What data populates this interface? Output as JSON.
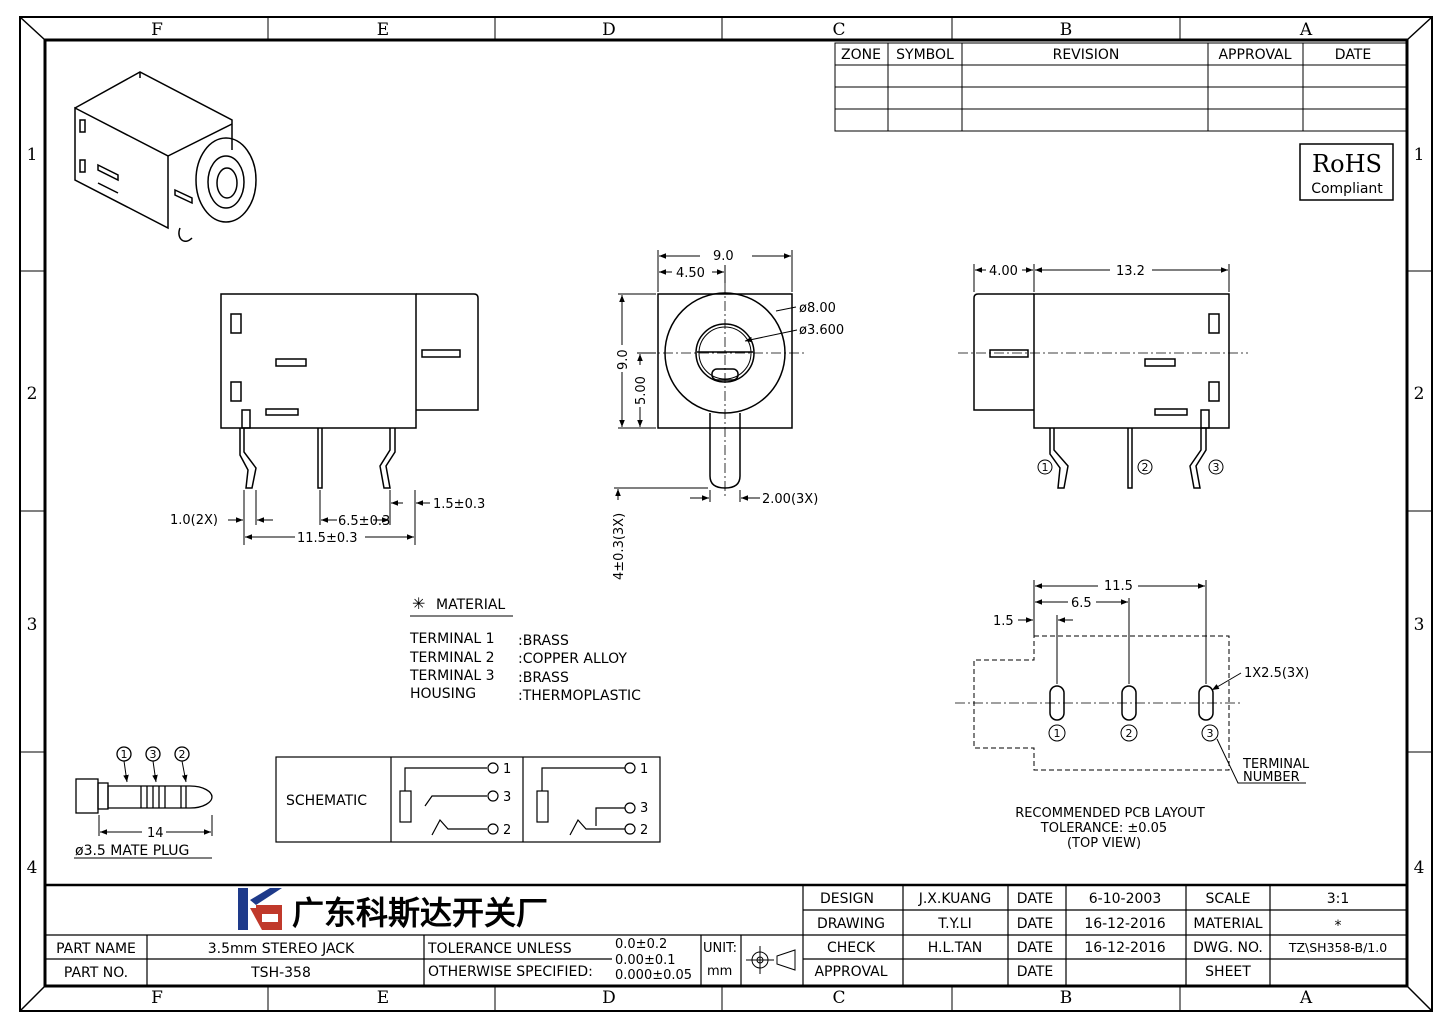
{
  "border": {
    "columns_top": [
      "F",
      "E",
      "D",
      "C",
      "B",
      "A"
    ],
    "rows": [
      "1",
      "2",
      "3",
      "4"
    ]
  },
  "revision_table": {
    "headers": [
      "ZONE",
      "SYMBOL",
      "REVISION",
      "APPROVAL",
      "DATE"
    ]
  },
  "rohs": {
    "line1": "RoHS",
    "line2": "Compliant"
  },
  "side_view": {
    "dim_pitch_small": "1.0(2X)",
    "dim_pitch_mid": "6.5±0.3",
    "dim_tol_right": "1.5±0.3",
    "dim_total": "11.5±0.3"
  },
  "front_view": {
    "dim_width": "9.0",
    "dim_half_width": "4.50",
    "dim_outer_dia": "ø8.00",
    "dim_inner_dia": "ø3.600",
    "dim_height": "9.0",
    "dim_center_height": "5.00",
    "dim_pin_width": "2.00(3X)",
    "dim_pin_length": "4±0.3(3X)"
  },
  "top_view": {
    "dim_left": "4.00",
    "dim_length": "13.2",
    "terminals": [
      "1",
      "2",
      "3"
    ]
  },
  "material": {
    "title": "MATERIAL",
    "items": [
      {
        "part": "TERMINAL 1",
        "mat": ":BRASS"
      },
      {
        "part": "TERMINAL 2",
        "mat": ":COPPER ALLOY"
      },
      {
        "part": "TERMINAL 3",
        "mat": ":BRASS"
      },
      {
        "part": "HOUSING",
        "mat": ":THERMOPLASTIC"
      }
    ]
  },
  "pcb_layout": {
    "dim_total": "11.5",
    "dim_mid": "6.5",
    "dim_offset": "1.5",
    "hole_size": "1X2.5(3X)",
    "terminal_label_1": "TERMINAL",
    "terminal_label_2": "NUMBER",
    "caption_1": "RECOMMENDED PCB LAYOUT",
    "caption_2": "TOLERANCE: ±0.05",
    "caption_3": "(TOP VIEW)",
    "pins": [
      "1",
      "2",
      "3"
    ]
  },
  "plug": {
    "pin_order": [
      "1",
      "3",
      "2"
    ],
    "dim_length": "14",
    "caption": "ø3.5 MATE PLUG"
  },
  "schematic": {
    "label": "SCHEMATIC",
    "pins_a": [
      "1",
      "3",
      "2"
    ],
    "pins_b": [
      "1",
      "3",
      "2"
    ]
  },
  "title_block": {
    "company": "广东科斯达开关厂",
    "design_label": "DESIGN",
    "design_name": "J.X.KUANG",
    "design_date_label": "DATE",
    "design_date": "6-10-2003",
    "scale_label": "SCALE",
    "scale_value": "3:1",
    "drawing_label": "DRAWING",
    "drawing_name": "T.Y.LI",
    "drawing_date_label": "DATE",
    "drawing_date": "16-12-2016",
    "material_label": "MATERIAL",
    "material_value": "*",
    "check_label": "CHECK",
    "check_name": "H.L.TAN",
    "check_date_label": "DATE",
    "check_date": "16-12-2016",
    "dwg_label": "DWG. NO.",
    "dwg_value": "TZ\\SH358-B/1.0",
    "approval_label": "APPROVAL",
    "approval_date_label": "DATE",
    "sheet_label": "SHEET",
    "part_name_label": "PART NAME",
    "part_name_value": "3.5mm  STEREO  JACK",
    "part_no_label": "PART NO.",
    "part_no_value": "TSH-358",
    "tol_line1": "TOLERANCE  UNLESS",
    "tol_line2": "OTHERWISE  SPECIFIED:",
    "tol_v1": "0.0±0.2",
    "tol_v2": "0.00±0.1",
    "tol_v3": "0.000±0.05",
    "unit_label": "UNIT:",
    "unit_value": "mm"
  }
}
